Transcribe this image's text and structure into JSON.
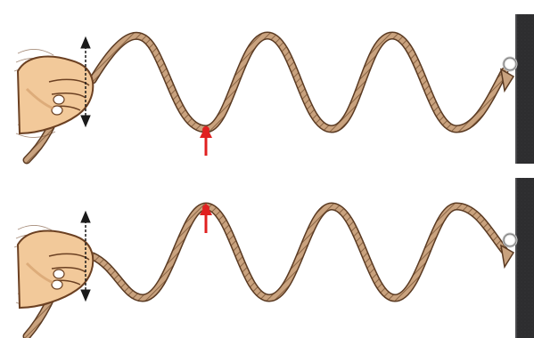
{
  "figure": {
    "panels": [
      {
        "id": "top",
        "marker": "red-arrow-at-trough",
        "description_icons": [
          "hand-icon",
          "motion-arrow-icon",
          "rope-icon",
          "wall-icon",
          "ring-icon",
          "marker-arrow-icon"
        ]
      },
      {
        "id": "bottom",
        "marker": "red-arrow-at-crest",
        "description_icons": [
          "hand-icon",
          "motion-arrow-icon",
          "rope-icon",
          "wall-icon",
          "ring-icon",
          "marker-arrow-icon"
        ]
      }
    ],
    "colors": {
      "rope": "#c9a27e",
      "rope_outline": "#5a3a22",
      "rope_braid": "#8a6545",
      "skin": "#f2c99a",
      "skin_shadow": "#d49f6c",
      "skin_outline": "#6b4022",
      "wall": "#2d2d2f",
      "wall_edge": "#4a4a4d",
      "ring": "#c8c8c8",
      "marker": "#e02020",
      "motion_arrow": "#1a1a1a"
    }
  }
}
